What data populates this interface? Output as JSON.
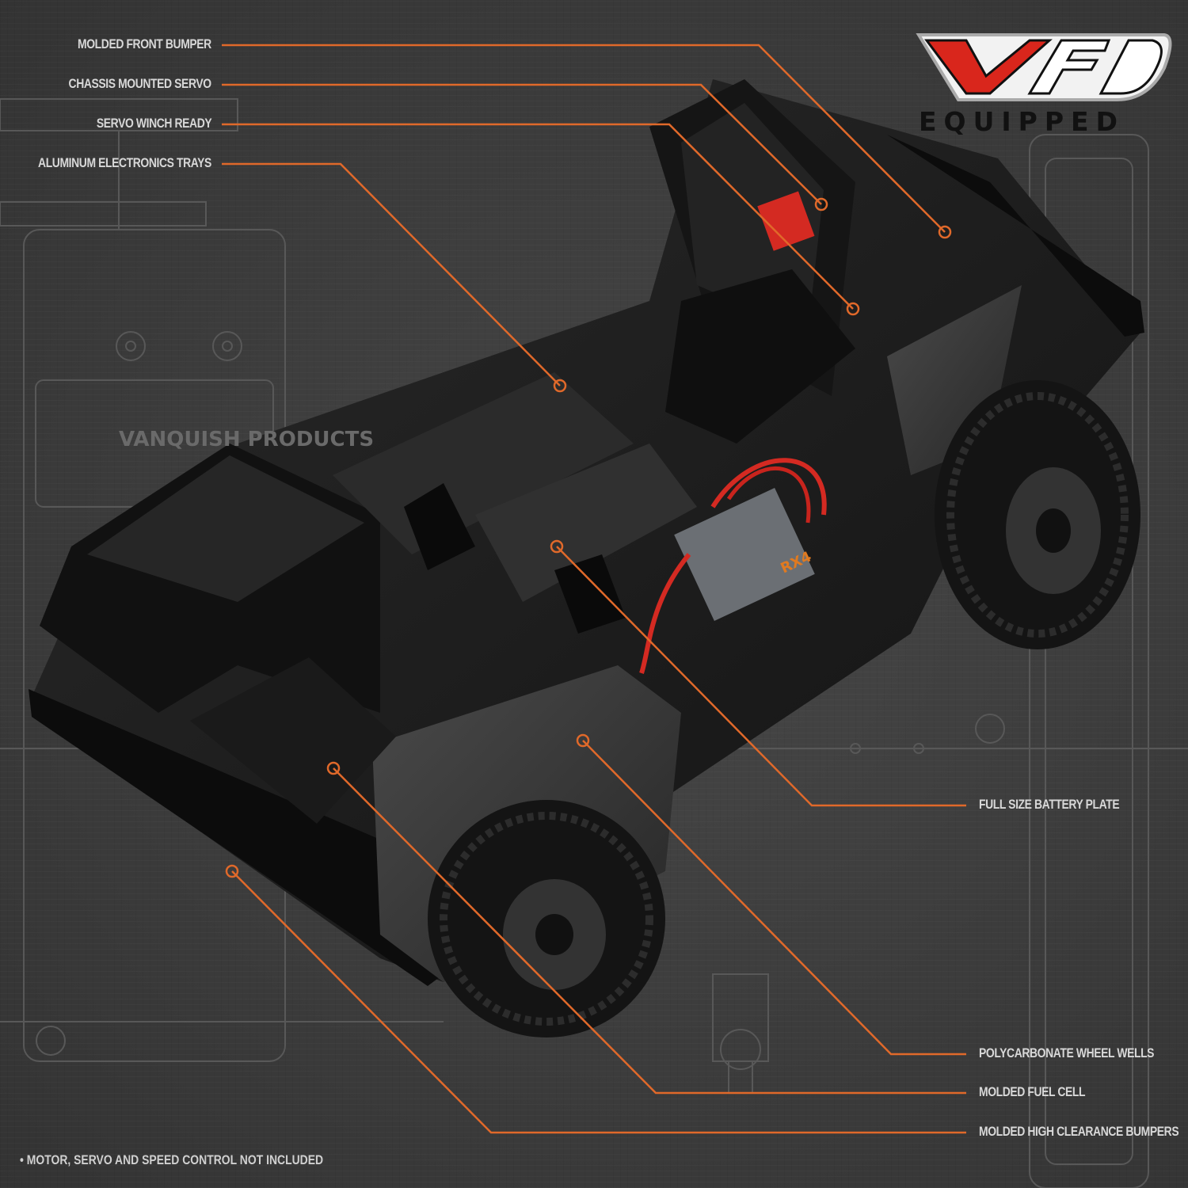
{
  "brand": {
    "logo_text": "VFD",
    "subtitle": "EQUIPPED",
    "colors": {
      "red": "#d9261c",
      "white": "#f2f2f2"
    }
  },
  "watermark": "VANQUISH PRODUCTS",
  "callout_color": "#e0692a",
  "callouts": {
    "front_bumper": "MOLDED FRONT BUMPER",
    "servo": "CHASSIS MOUNTED SERVO",
    "winch": "SERVO WINCH READY",
    "trays": "ALUMINUM ELECTRONICS TRAYS",
    "battery": "FULL SIZE BATTERY PLATE",
    "wheel_wells": "POLYCARBONATE WHEEL WELLS",
    "fuel_cell": "MOLDED FUEL CELL",
    "bumpers": "MOLDED HIGH CLEARANCE BUMPERS"
  },
  "esc_label": "RX4",
  "footnote": "• MOTOR, SERVO AND SPEED CONTROL NOT INCLUDED"
}
